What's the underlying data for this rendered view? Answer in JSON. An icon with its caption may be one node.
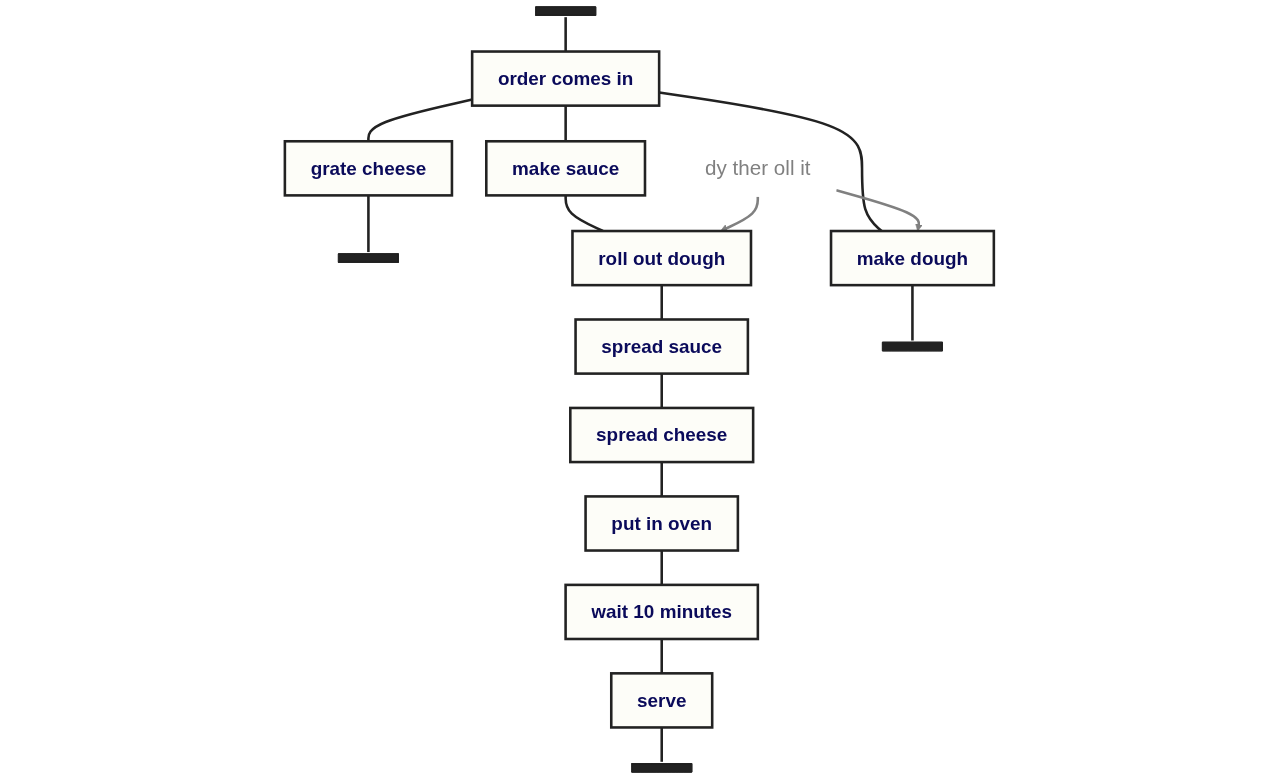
{
  "diagram": {
    "nodes": [
      {
        "text": [
          "dy ther oll it"
        ]
      },
      {
        "text": [],
        "shape": "bar"
      },
      {
        "text": [
          "order comes in"
        ]
      },
      {
        "text": [
          "grate cheese"
        ]
      },
      {
        "text": [
          "make sauce"
        ]
      },
      {
        "text": [],
        "shape": "bar"
      },
      {
        "text": [
          "roll out dough"
        ]
      },
      {
        "text": [
          "spread sauce"
        ]
      },
      {
        "text": [
          "make dough"
        ]
      },
      {
        "text": [
          "spread cheese"
        ]
      },
      {
        "text": [],
        "shape": "bar"
      },
      {
        "text": [
          "put in oven"
        ]
      },
      {
        "text": [
          "wait 10 minutes"
        ]
      },
      {
        "text": [
          "serve"
        ]
      },
      {
        "text": [],
        "shape": "bar"
      }
    ],
    "edges": [
      {
        "from": 1,
        "to": 2,
        "arrow": "none"
      },
      {
        "from": 2,
        "to": 3,
        "arrow": "none"
      },
      {
        "from": 2,
        "to": 4,
        "arrow": "none"
      },
      {
        "from": 2,
        "to": 8,
        "arrow": "none"
      },
      {
        "from": 3,
        "to": 5,
        "arrow": "none"
      },
      {
        "from": 4,
        "to": 6,
        "arrow": "none"
      },
      {
        "from": 6,
        "to": 7,
        "arrow": "none"
      },
      {
        "from": 7,
        "to": 9,
        "arrow": "none"
      },
      {
        "from": 9,
        "to": 11,
        "arrow": "none"
      },
      {
        "from": 11,
        "to": 12,
        "arrow": "none"
      },
      {
        "from": 12,
        "to": 13,
        "arrow": "none"
      },
      {
        "from": 13,
        "to": 14,
        "arrow": "none"
      },
      {
        "from": 8,
        "to": 10,
        "arrow": "none"
      },
      {
        "from": 0,
        "to": 8,
        "arrow": "to",
        "color": "#808080"
      },
      {
        "from": 0,
        "to": 6,
        "arrow": "to",
        "color": "#808080"
      }
    ]
  }
}
